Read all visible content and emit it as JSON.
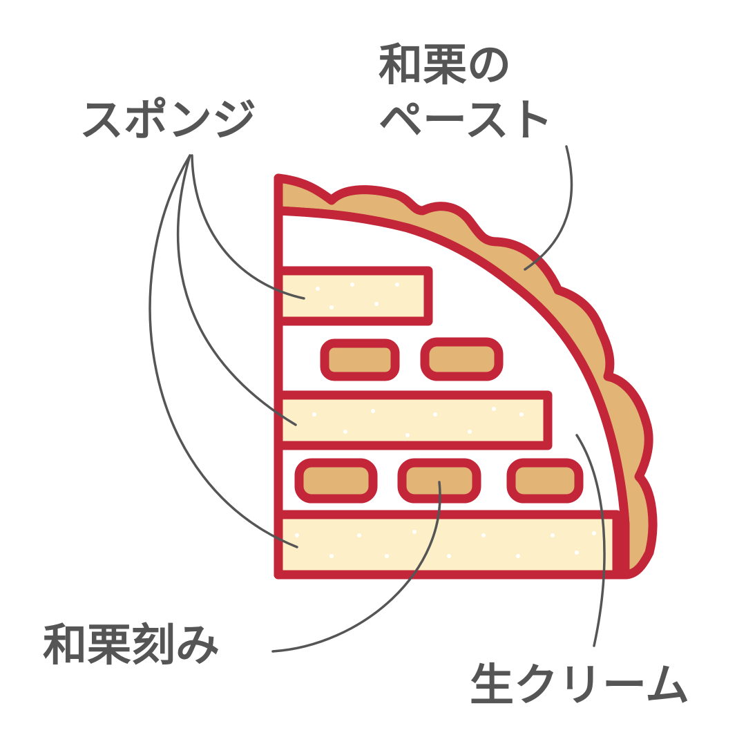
{
  "labels": {
    "paste_line1": "和栗の",
    "paste_line2": "ペースト",
    "sponge": "スポンジ",
    "chopped_chestnut": "和栗刻み",
    "fresh_cream": "生クリーム"
  },
  "colors": {
    "outline": "#c22638",
    "crust": "#e2b577",
    "sponge": "#fdefc8",
    "cream": "#ffffff",
    "text": "#555555"
  }
}
